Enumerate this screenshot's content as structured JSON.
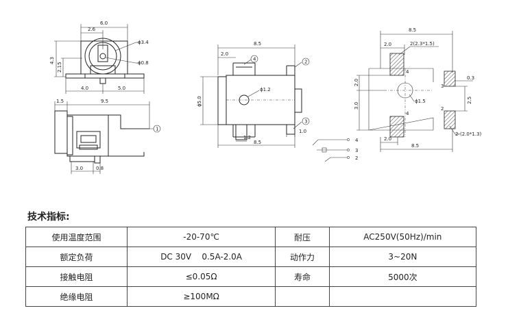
{
  "front_view": {
    "dims": [
      "6.0",
      "2.6",
      "ϕ3.4",
      "ϕ0.8",
      "4.3",
      "2.15",
      "4.0",
      "5.0"
    ]
  },
  "side_view": {
    "dims": [
      "1.5",
      "9.5",
      "3.0",
      "0.8"
    ],
    "callout": "1"
  },
  "top_view": {
    "dims": [
      "8.5",
      "2.0",
      "ϕ5.0",
      "ϕ1.2",
      "1.2",
      "1.0",
      "8.5"
    ],
    "callouts": [
      "4",
      "2",
      "3"
    ]
  },
  "pin_symbol": {
    "labels": [
      "4",
      "3",
      "2"
    ]
  },
  "pcb_layout": {
    "dims": [
      "8.5",
      "2.0",
      "2(2.3*1.5)",
      "2.0",
      "3.0",
      "ϕ1.5",
      "0.3",
      "2.5",
      "2-(2.0*1.3)",
      "2.0",
      "8.5"
    ],
    "pin_labels": [
      "4",
      "3",
      "4",
      "2"
    ]
  },
  "section_title": "技术指标:",
  "specs": [
    [
      "使用温度范围",
      "-20-70℃",
      "耐压",
      "AC250V(50Hz)/min"
    ],
    [
      "额定负荷",
      "DC 30V    0.5A-2.0A",
      "动作力",
      "3~20N"
    ],
    [
      "接触电阻",
      "≤0.05Ω",
      "寿命",
      "5000次"
    ],
    [
      "绝缘电阻",
      "≥100MΩ",
      "",
      ""
    ]
  ]
}
